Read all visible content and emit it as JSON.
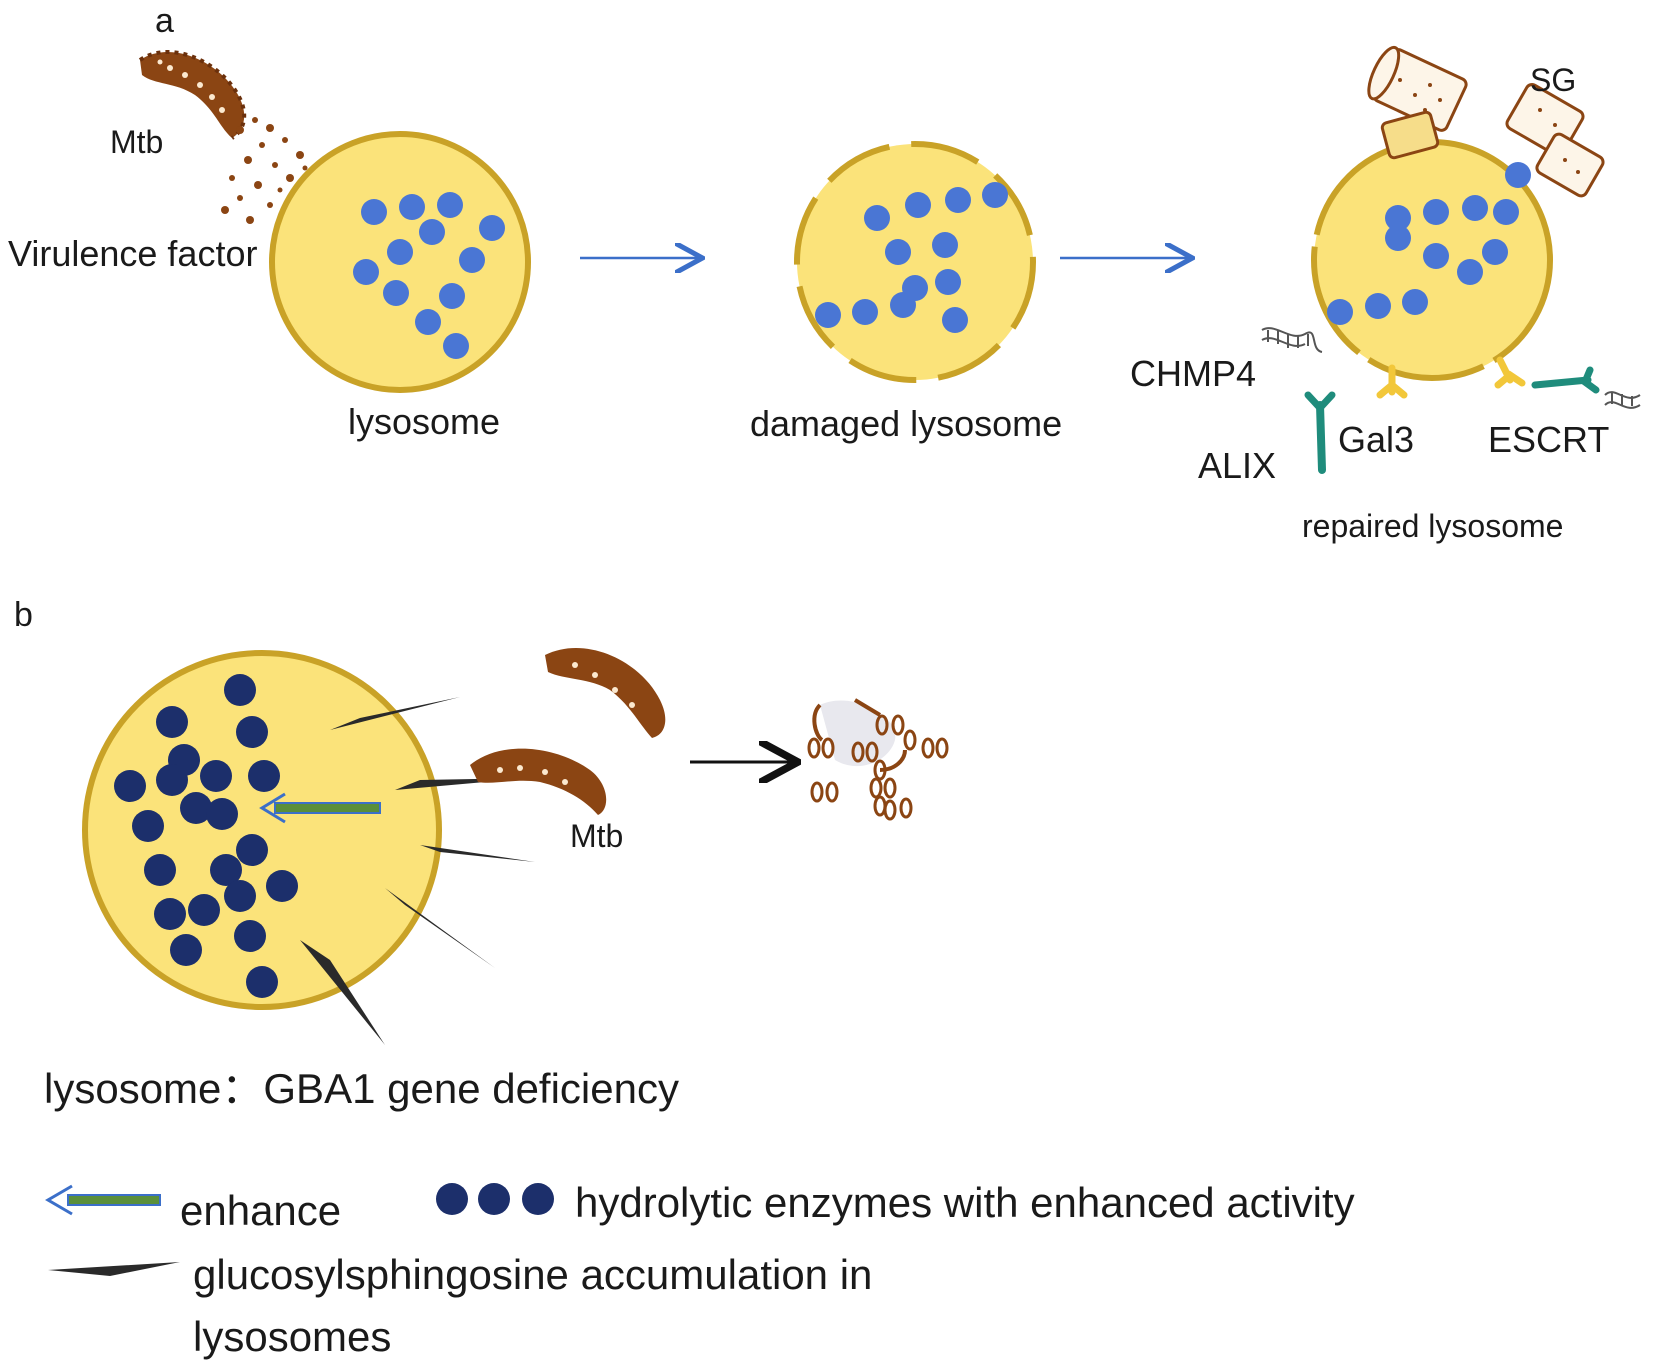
{
  "panel_a": {
    "letter": "a",
    "mtb_label": "Mtb",
    "virulence_label": "Virulence factor",
    "lysosome_label": "lysosome",
    "damaged_label": "damaged lysosome",
    "repaired_label": "repaired lysosome",
    "sg_label": "SG",
    "chmp4_label": "CHMP4",
    "alix_label": "ALIX",
    "gal3_label": "Gal3",
    "escrt_label": "ESCRT"
  },
  "panel_b": {
    "letter": "b",
    "mtb_label": "Mtb",
    "caption": "lysosome：GBA1 gene deficiency"
  },
  "legend": {
    "enhance": "enhance",
    "enzymes": "hydrolytic enzymes with enhanced activity",
    "glucosyl_line1": "glucosylsphingosine accumulation in",
    "glucosyl_line2": "lysosomes"
  },
  "colors": {
    "lysosome_fill": "#fbe37a",
    "lysosome_stroke": "#c9a227",
    "enzyme_blue": "#4a76d4",
    "enzyme_navy": "#1c2f6b",
    "mtb_brown": "#8b4513",
    "escrt_teal": "#1f8c7c",
    "gal3_yellow": "#f2c73a",
    "arrow_blue": "#3b6fc9",
    "enhance_green": "#5a8f3a"
  }
}
